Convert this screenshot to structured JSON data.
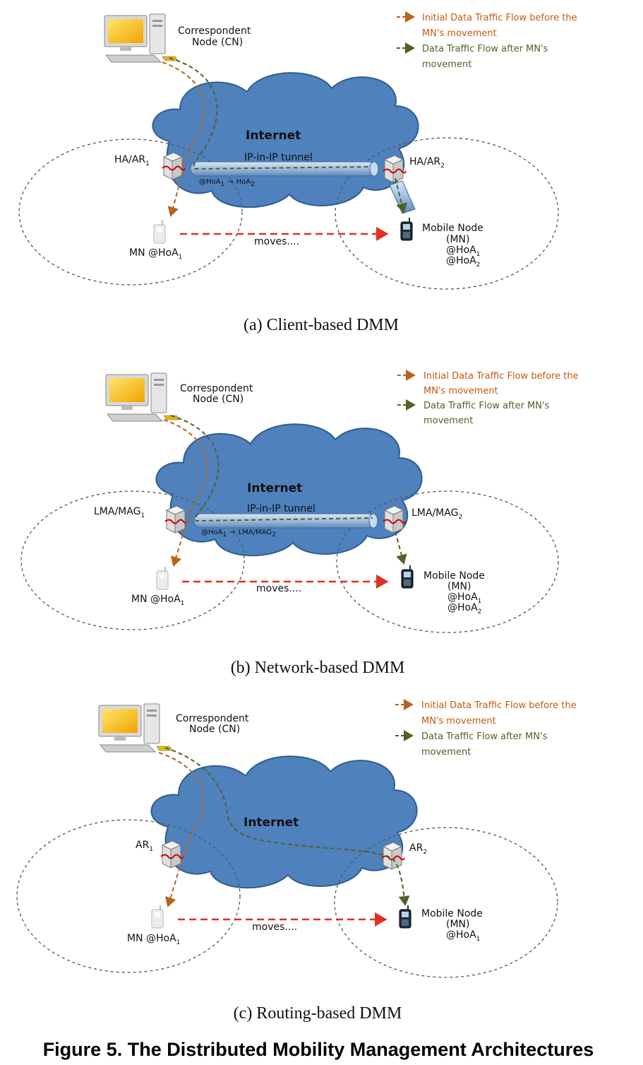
{
  "colors": {
    "cloud": "#4f81bd",
    "initial_flow": "#b5651d",
    "after_flow": "#4f6228",
    "move_arrow": "#e03020",
    "legend_initial": "#c55a11",
    "legend_after": "#4f6228"
  },
  "panels": [
    {
      "legend": {
        "initial_line1": "Initial Data Traffic Flow before the",
        "initial_line2": "MN's movement",
        "after_line1": "Data Traffic Flow after MN's",
        "after_line2": "movement"
      },
      "cn_line1": "Correspondent",
      "cn_line2": "Node (CN)",
      "internet": "Internet",
      "tunnel_label": "IP-in-IP tunnel",
      "tunnel_from": "@HoA",
      "tunnel_from_sub": "1",
      "tunnel_arrow": "→",
      "tunnel_to": "HoA",
      "tunnel_to_sub": "2",
      "left_router": "HA/AR",
      "left_router_sub": "1",
      "right_router": "HA/AR",
      "right_router_sub": "2",
      "mn_left": "MN @HoA",
      "mn_left_sub": "1",
      "moves": "moves....",
      "mn_right_line1": "Mobile Node",
      "mn_right_line2": "(MN)",
      "mn_right_addr1": "@HoA",
      "mn_right_addr1_sub": "1",
      "mn_right_addr2": "@HoA",
      "mn_right_addr2_sub": "2",
      "caption": "(a) Client-based DMM"
    },
    {
      "legend": {
        "initial_line1": "Initial Data Traffic Flow before the",
        "initial_line2": "MN's movement",
        "after_line1": "Data Traffic Flow after MN's",
        "after_line2": "movement"
      },
      "cn_line1": "Correspondent",
      "cn_line2": "Node (CN)",
      "internet": "Internet",
      "tunnel_label": "IP-in-IP tunnel",
      "tunnel_from": "@HoA",
      "tunnel_from_sub": "1",
      "tunnel_arrow": "→",
      "tunnel_to": "LMA/MAG",
      "tunnel_to_sub": "2",
      "left_router": "LMA/MAG",
      "left_router_sub": "1",
      "right_router": "LMA/MAG",
      "right_router_sub": "2",
      "mn_left": "MN @HoA",
      "mn_left_sub": "1",
      "moves": "moves....",
      "mn_right_line1": "Mobile Node",
      "mn_right_line2": "(MN)",
      "mn_right_addr1": "@HoA",
      "mn_right_addr1_sub": "1",
      "mn_right_addr2": "@HoA",
      "mn_right_addr2_sub": "2",
      "caption": "(b) Network-based DMM"
    },
    {
      "legend": {
        "initial_line1": "Initial Data Traffic Flow before the",
        "initial_line2": "MN's movement",
        "after_line1": "Data Traffic Flow after MN's",
        "after_line2": "movement"
      },
      "cn_line1": "Correspondent",
      "cn_line2": "Node (CN)",
      "internet": "Internet",
      "left_router": "AR",
      "left_router_sub": "1",
      "right_router": "AR",
      "right_router_sub": "2",
      "mn_left": "MN @HoA",
      "mn_left_sub": "1",
      "moves": "moves....",
      "mn_right_line1": "Mobile Node",
      "mn_right_line2": "(MN)",
      "mn_right_addr1": "@HoA",
      "mn_right_addr1_sub": "1",
      "caption": "(c) Routing-based DMM"
    }
  ],
  "figure_title": "Figure 5. The Distributed Mobility Management Architectures"
}
